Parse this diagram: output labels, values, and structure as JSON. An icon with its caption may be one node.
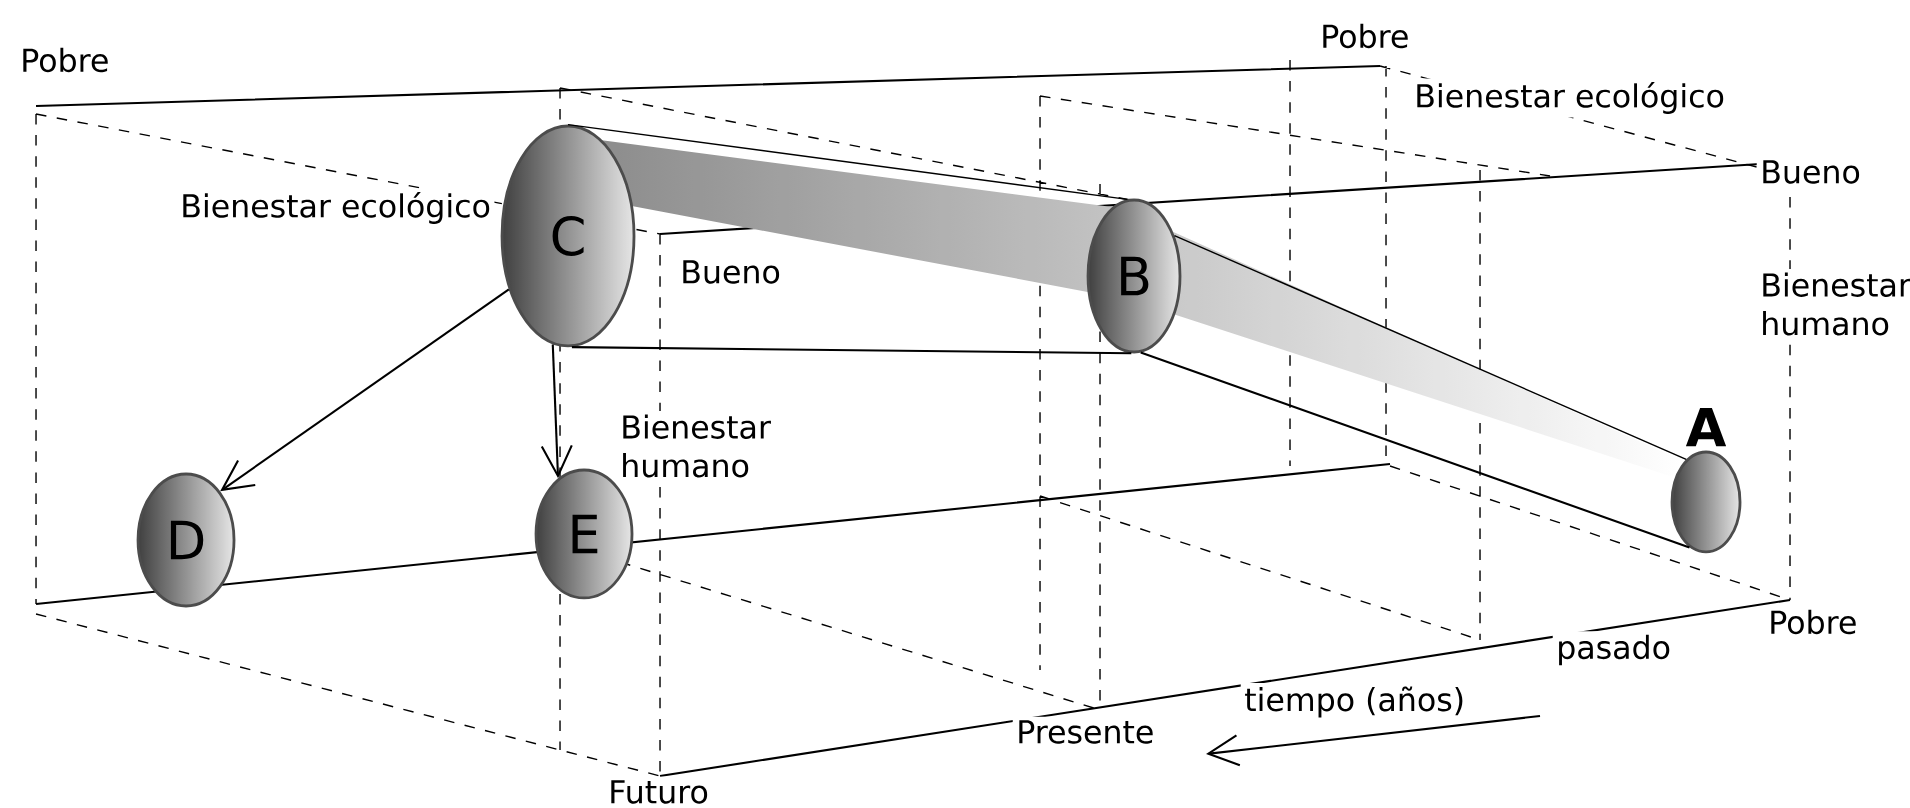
{
  "diagram": {
    "nodes": [
      {
        "text": [
          "C"
        ]
      },
      {
        "text": [
          "B"
        ]
      },
      {
        "text": [
          "A"
        ]
      },
      {
        "text": [
          "D"
        ]
      },
      {
        "text": [
          "E"
        ]
      }
    ],
    "edges": [
      {
        "from": 0,
        "to": 3,
        "arrow": "to"
      },
      {
        "from": 0,
        "to": 4,
        "arrow": "to"
      },
      {
        "from": 0,
        "to": 1,
        "arrow": "none"
      },
      {
        "from": 0,
        "to": 1,
        "arrow": "none"
      },
      {
        "from": 1,
        "to": 2,
        "arrow": "none"
      },
      {
        "from": 1,
        "to": 2,
        "arrow": "none"
      }
    ],
    "labels": [
      "Pobre",
      "Pobre",
      "Bienestar ecológico",
      "Bueno",
      "Bienestar ecológico",
      "Bueno",
      "Bienestar humano",
      "Bienestar humano",
      "pasado",
      "Pobre",
      "tiempo (años)",
      "Presente",
      "Futuro"
    ]
  }
}
